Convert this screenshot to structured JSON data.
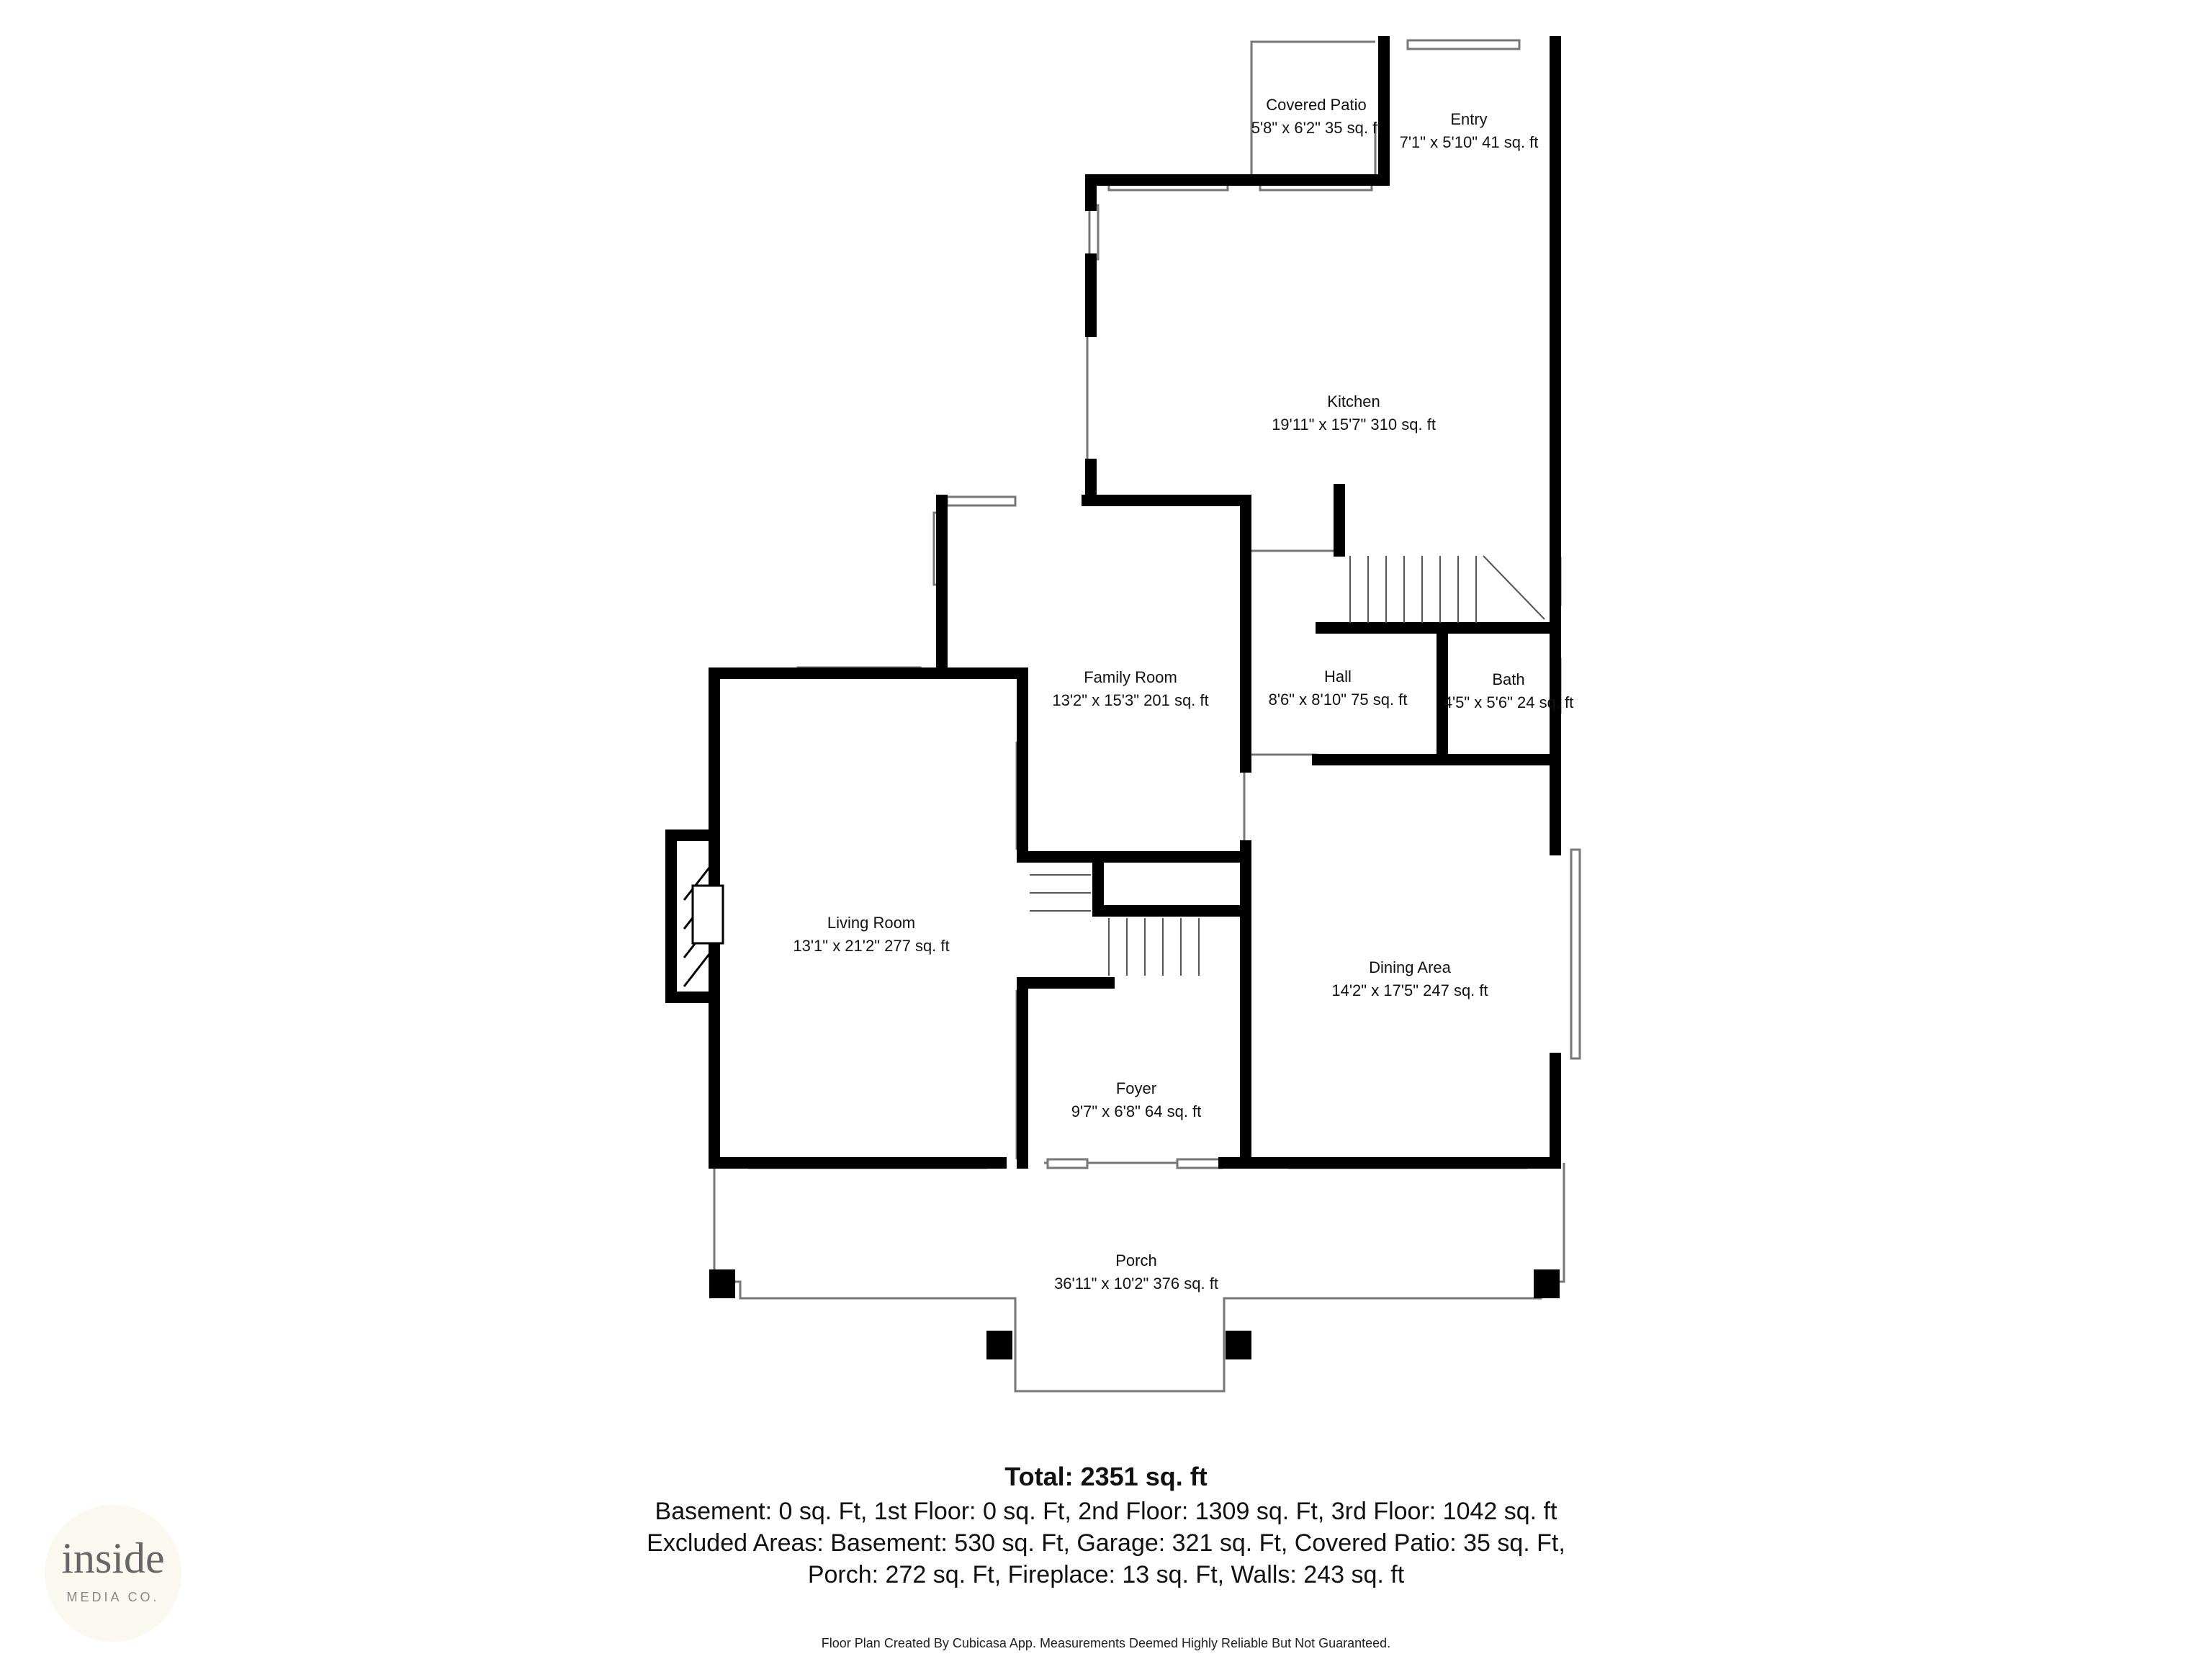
{
  "rooms": [
    {
      "id": "covered-patio",
      "name": "Covered Patio",
      "dims": "5'8\" x 6'2\" 35 sq. ft"
    },
    {
      "id": "entry",
      "name": "Entry",
      "dims": "7'1\" x 5'10\" 41 sq. ft"
    },
    {
      "id": "kitchen",
      "name": "Kitchen",
      "dims": "19'11\" x 15'7\" 310 sq. ft"
    },
    {
      "id": "family-room",
      "name": "Family Room",
      "dims": "13'2\" x 15'3\" 201 sq. ft"
    },
    {
      "id": "hall",
      "name": "Hall",
      "dims": "8'6\" x 8'10\" 75 sq. ft"
    },
    {
      "id": "bath",
      "name": "Bath",
      "dims": "4'5\" x 5'6\" 24 sq. ft"
    },
    {
      "id": "living-room",
      "name": "Living Room",
      "dims": "13'1\" x 21'2\" 277 sq. ft"
    },
    {
      "id": "dining-area",
      "name": "Dining Area",
      "dims": "14'2\" x 17'5\" 247 sq. ft"
    },
    {
      "id": "foyer",
      "name": "Foyer",
      "dims": "9'7\" x 6'8\" 64 sq. ft"
    },
    {
      "id": "porch",
      "name": "Porch",
      "dims": "36'11\" x 10'2\" 376 sq. ft"
    }
  ],
  "summary": {
    "total": "Total: 2351 sq. ft",
    "lines": [
      "Basement: 0 sq. Ft, 1st Floor: 0 sq. Ft, 2nd Floor: 1309 sq. Ft, 3rd Floor: 1042 sq. ft",
      "Excluded Areas: Basement: 530 sq. Ft, Garage: 321 sq. Ft, Covered Patio: 35 sq. Ft,",
      "Porch: 272 sq. Ft, Fireplace: 13 sq. Ft, Walls: 243 sq. ft"
    ],
    "disclaimer": "Floor Plan Created By Cubicasa App. Measurements Deemed Highly Reliable But Not Guaranteed."
  },
  "logo": {
    "main": "inside",
    "sub": "MEDIA CO."
  },
  "colors": {
    "wall": "#000000",
    "thin": "#777777",
    "background": "#ffffff",
    "logo_bg": "#fbf8ef"
  }
}
